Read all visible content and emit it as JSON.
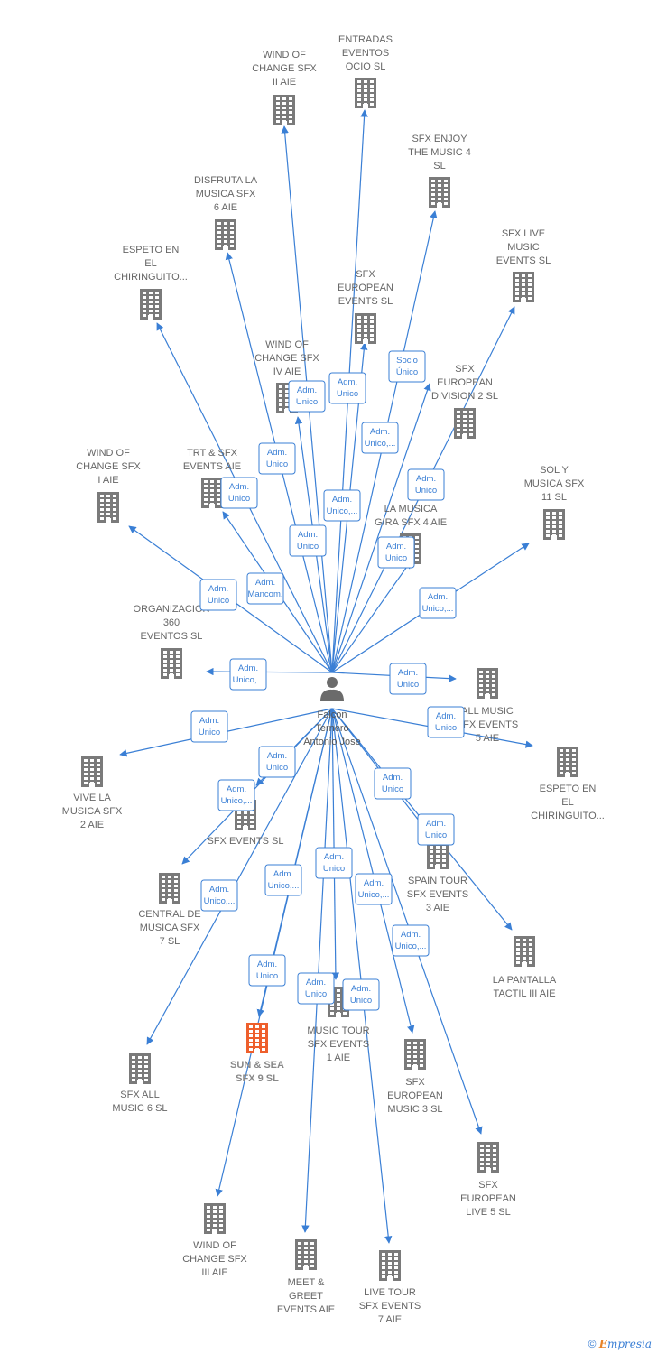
{
  "center": {
    "lines": [
      "Falcon",
      "Ternero",
      "Antonio Jose"
    ]
  },
  "colors": {
    "edge": "#3a7fd5",
    "building": "#7a7a7a",
    "highlight": "#ee5f2c"
  },
  "nodes": [
    {
      "id": "wind2",
      "lines": [
        "WIND OF",
        "CHANGE SFX",
        "II AIE"
      ]
    },
    {
      "id": "entradas",
      "lines": [
        "ENTRADAS",
        "EVENTOS",
        "OCIO  SL"
      ]
    },
    {
      "id": "enjoy4",
      "lines": [
        "SFX ENJOY",
        "THE MUSIC 4",
        "SL"
      ]
    },
    {
      "id": "disfruta6",
      "lines": [
        "DISFRUTA LA",
        "MUSICA SFX",
        "6  AIE"
      ]
    },
    {
      "id": "live",
      "lines": [
        "SFX LIVE",
        "MUSIC",
        "EVENTS  SL"
      ]
    },
    {
      "id": "espeto1",
      "lines": [
        "ESPETO EN",
        "EL",
        "CHIRINGUITO..."
      ]
    },
    {
      "id": "european",
      "lines": [
        "SFX",
        "EUROPEAN",
        "EVENTS  SL"
      ]
    },
    {
      "id": "wind4",
      "lines": [
        "WIND OF",
        "CHANGE SFX",
        "IV AIE"
      ]
    },
    {
      "id": "division2",
      "lines": [
        "SFX",
        "EUROPEAN",
        "DIVISION 2  SL"
      ]
    },
    {
      "id": "wind1",
      "lines": [
        "WIND OF",
        "CHANGE SFX",
        "I AIE"
      ]
    },
    {
      "id": "trt",
      "lines": [
        "TRT & SFX",
        "EVENTS AIE"
      ]
    },
    {
      "id": "sol11",
      "lines": [
        "SOL Y",
        "MUSICA SFX",
        "11  SL"
      ]
    },
    {
      "id": "gira4",
      "lines": [
        "LA MUSICA",
        "GIRA SFX 4  AIE"
      ]
    },
    {
      "id": "org360",
      "lines": [
        "ORGANIZACION",
        "360",
        "EVENTOS  SL"
      ]
    },
    {
      "id": "allmusic5",
      "lines": [
        "ALL MUSIC",
        "SFX EVENTS",
        "5  AIE"
      ]
    },
    {
      "id": "espeto2",
      "lines": [
        "ESPETO EN",
        "EL",
        "CHIRINGUITO..."
      ]
    },
    {
      "id": "vive2",
      "lines": [
        "VIVE LA",
        "MUSICA SFX",
        "2  AIE"
      ]
    },
    {
      "id": "sfxevents",
      "lines": [
        "SFX EVENTS  SL"
      ]
    },
    {
      "id": "spain3",
      "lines": [
        "SPAIN TOUR",
        "SFX EVENTS",
        "3  AIE"
      ]
    },
    {
      "id": "central7",
      "lines": [
        "CENTRAL DE",
        "MUSICA SFX",
        "7  SL"
      ]
    },
    {
      "id": "pantalla",
      "lines": [
        "LA PANTALLA",
        "TACTIL III  AIE"
      ]
    },
    {
      "id": "musictour1",
      "lines": [
        "MUSIC TOUR",
        "SFX EVENTS",
        "1  AIE"
      ]
    },
    {
      "id": "sunsea9",
      "lines": [
        "SUN & SEA",
        "SFX 9  SL"
      ],
      "highlight": true
    },
    {
      "id": "allmusic6",
      "lines": [
        "SFX ALL",
        "MUSIC 6  SL"
      ]
    },
    {
      "id": "emusic3",
      "lines": [
        "SFX",
        "EUROPEAN",
        "MUSIC 3  SL"
      ]
    },
    {
      "id": "elive5",
      "lines": [
        "SFX",
        "EUROPEAN",
        "LIVE 5  SL"
      ]
    },
    {
      "id": "wind3",
      "lines": [
        "WIND OF",
        "CHANGE SFX",
        "III AIE"
      ]
    },
    {
      "id": "meet",
      "lines": [
        "MEET &",
        "GREET",
        "EVENTS AIE"
      ]
    },
    {
      "id": "livetour7",
      "lines": [
        "LIVE TOUR",
        "SFX EVENTS",
        "7  AIE"
      ]
    }
  ],
  "edges": [
    {
      "to": "wind2",
      "label": [
        "Adm.",
        "Unico"
      ]
    },
    {
      "to": "entradas",
      "label": [
        "Adm.",
        "Unico"
      ]
    },
    {
      "to": "enjoy4",
      "label": [
        "Adm.",
        "Unico,..."
      ]
    },
    {
      "to": "disfruta6",
      "label": [
        "Adm.",
        "Unico"
      ]
    },
    {
      "to": "live",
      "label": [
        "Adm.",
        "Unico"
      ]
    },
    {
      "to": "espeto1",
      "label": [
        "Adm.",
        "Mancom."
      ]
    },
    {
      "to": "european",
      "label": [
        "Adm.",
        "Unico,..."
      ]
    },
    {
      "to": "wind4",
      "label": [
        "Adm.",
        "Unico"
      ]
    },
    {
      "to": "division2",
      "label": [
        "Socio",
        "Único"
      ]
    },
    {
      "to": "wind1",
      "label": [
        "Adm.",
        "Unico"
      ]
    },
    {
      "to": "trt",
      "label": [
        "Adm.",
        "Unico"
      ]
    },
    {
      "to": "sol11",
      "label": [
        "Adm.",
        "Unico,..."
      ]
    },
    {
      "to": "gira4",
      "label": [
        "Adm.",
        "Unico"
      ]
    },
    {
      "to": "org360",
      "label": [
        "Adm.",
        "Unico,..."
      ]
    },
    {
      "to": "allmusic5",
      "label": [
        "Adm.",
        "Unico"
      ]
    },
    {
      "to": "espeto2",
      "label": [
        "Adm.",
        "Unico"
      ]
    },
    {
      "to": "vive2",
      "label": [
        "Adm.",
        "Unico"
      ]
    },
    {
      "to": "sfxevents",
      "label": [
        "Adm.",
        "Unico"
      ]
    },
    {
      "to": "spain3",
      "label": [
        "Adm.",
        "Unico"
      ]
    },
    {
      "to": "central7",
      "label": [
        "Adm.",
        "Unico,..."
      ]
    },
    {
      "to": "pantalla",
      "label": [
        "Adm.",
        "Unico"
      ]
    },
    {
      "to": "musictour1",
      "label": [
        "Adm.",
        "Unico"
      ]
    },
    {
      "to": "sunsea9",
      "label": [
        "Adm.",
        "Unico"
      ]
    },
    {
      "to": "allmusic6",
      "label": [
        "Adm.",
        "Unico,..."
      ]
    },
    {
      "to": "emusic3",
      "label": [
        "Adm.",
        "Unico,..."
      ]
    },
    {
      "to": "elive5",
      "label": [
        "Adm.",
        "Unico,..."
      ]
    },
    {
      "to": "wind3",
      "label": [
        "Adm.",
        "Unico,..."
      ]
    },
    {
      "to": "meet",
      "label": [
        "Adm.",
        "Unico"
      ]
    },
    {
      "to": "livetour7",
      "label": [
        "Adm.",
        "Unico"
      ]
    }
  ],
  "footer": {
    "copyright": "©",
    "brand_initial": "E",
    "brand_rest": "mpresia"
  }
}
